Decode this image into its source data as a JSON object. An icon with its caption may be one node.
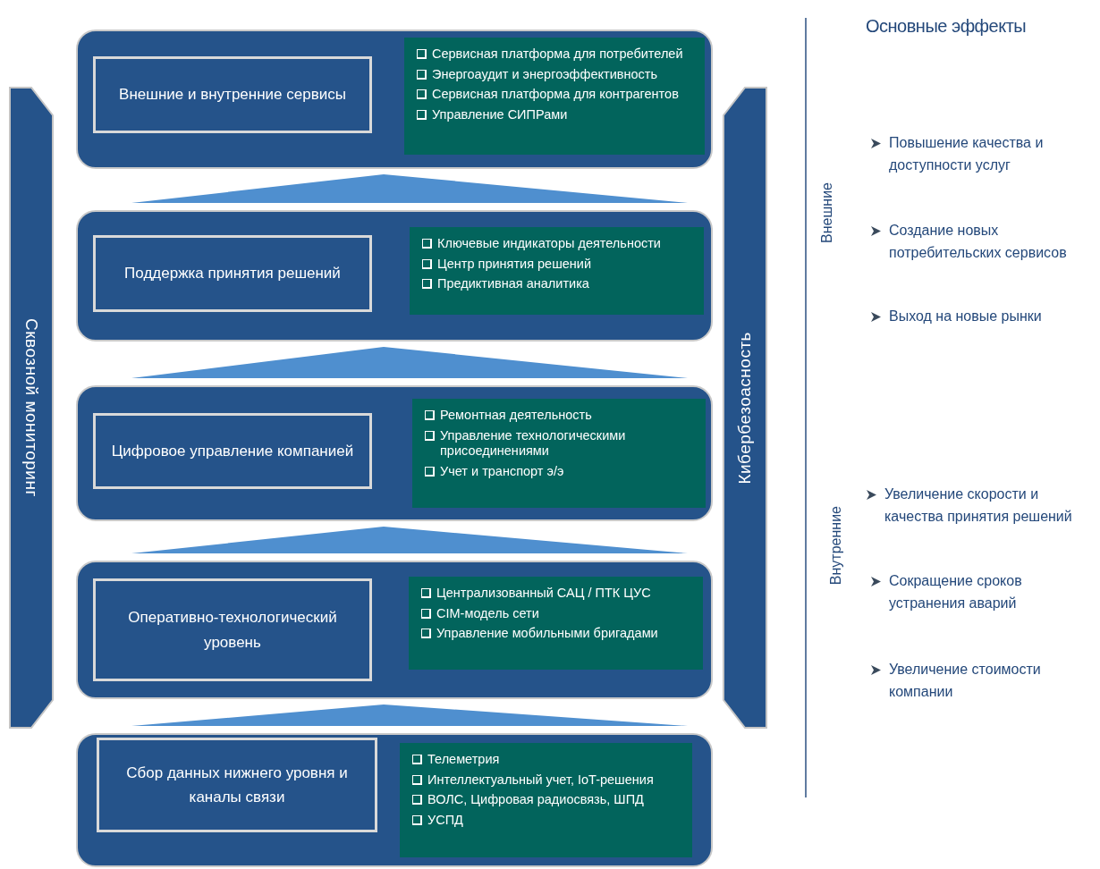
{
  "diagram": {
    "nodes": [
      {
        "text": [
          "Сквозной мониторинг"
        ]
      },
      {
        "text": [],
        "shape": "box"
      },
      {
        "text": [
          "Внешние и внутренние сервисы"
        ],
        "in": 1
      },
      {
        "text": [
          "Сервисная платформа для потребителей",
          "Энергоаудит и энергоэффективность",
          "Сервисная платформа для контрагентов",
          "Управление СИПРами"
        ],
        "in": 1
      },
      {
        "text": [],
        "shape": "box"
      },
      {
        "text": [
          "Поддержка принятия решений"
        ],
        "in": 4
      },
      {
        "text": [
          "Ключевые индикаторы деятельности",
          "Центр принятия решений",
          "Предиктивная аналитика"
        ],
        "in": 4
      },
      {
        "text": [],
        "shape": "box"
      },
      {
        "text": [
          "Цифровое управление компанией"
        ],
        "in": 7
      },
      {
        "text": [
          "Ремонтная деятельность",
          "Управление технологическими присоединениями",
          "Учет и транспорт э/э"
        ],
        "in": 7
      },
      {
        "text": [],
        "shape": "box"
      },
      {
        "text": [
          "Оперативно-технологический уровень"
        ],
        "in": 10
      },
      {
        "text": [
          "Централизованный САЦ / ПТК ЦУС",
          "CIM-модель сети",
          "Управление мобильными бригадами"
        ],
        "in": 10
      },
      {
        "text": [],
        "shape": "box"
      },
      {
        "text": [
          "Сбор данных нижнего уровня и каналы связи"
        ],
        "in": 13
      },
      {
        "text": [
          "Телеметрия",
          "Интеллектуальный учет, IoT-решения",
          "ВОЛС, Цифровая радиосвязь, ШПД",
          "УСПД"
        ],
        "in": 13
      },
      {
        "text": [
          "Кибербезоасность"
        ]
      }
    ],
    "edges": [
      {
        "from": 13,
        "to": 10,
        "arrow": "to"
      },
      {
        "from": 10,
        "to": 7,
        "arrow": "to"
      },
      {
        "from": 7,
        "to": 4,
        "arrow": "to"
      },
      {
        "from": 4,
        "to": 1,
        "arrow": "to"
      }
    ],
    "labels": [
      "Основные эффекты",
      "Внешние",
      "Повышение качества и доступности услуг",
      "Создание новых потребительских сервисов",
      "Выход на новые рынки",
      "Внутренние",
      "Увеличение скорости и качества принятия решений",
      "Сокращение сроков устранения аварий",
      "Увеличение стоимости компании"
    ]
  }
}
